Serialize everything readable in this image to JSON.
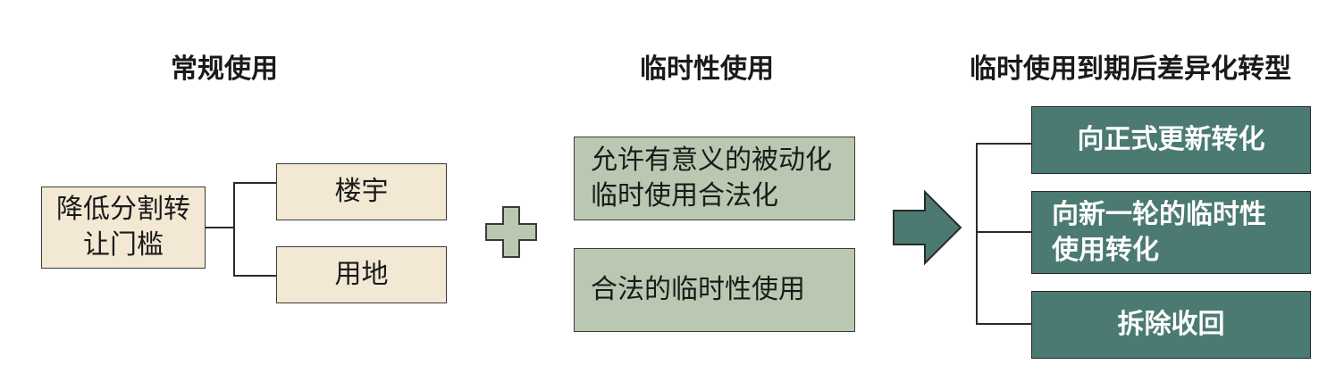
{
  "headings": {
    "regular": "常规使用",
    "temporary": "临时性使用",
    "transformation": "临时使用到期后差异化转型"
  },
  "regular": {
    "source": "降低分割转让门槛",
    "targets": [
      "楼宇",
      "用地"
    ]
  },
  "temporary": {
    "items": [
      "允许有意义的被动化临时使用合法化",
      "合法的临时性使用"
    ]
  },
  "transformation": {
    "items": [
      "向正式更新转化",
      "向新一轮的临时性使用转化",
      "拆除收回"
    ]
  },
  "colors": {
    "tan_fill": "#f3e8d3",
    "sage_fill": "#bac8b1",
    "teal_fill": "#4a7a71",
    "teal_text": "#ffffff"
  },
  "icons": [
    "plus-icon",
    "arrow-right-icon"
  ]
}
